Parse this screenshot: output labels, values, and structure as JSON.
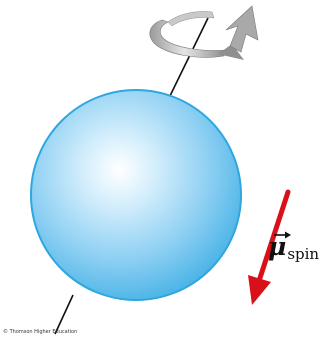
{
  "labels": {
    "magnetic_moment_symbol": "μ",
    "magnetic_moment_subscript": "spin",
    "credit": "© Thomson Higher Education"
  },
  "colors": {
    "sphere": "#8fd0f3",
    "sphere_edge": "#2fa8e0",
    "arrow": "#d9101a",
    "rotation_arrow": "#b8b8b8",
    "axis": "#111111"
  },
  "icons": {
    "rotation_indicator": "curved-rotation-arrow-icon",
    "moment_arrow": "arrow-down-left-icon"
  }
}
